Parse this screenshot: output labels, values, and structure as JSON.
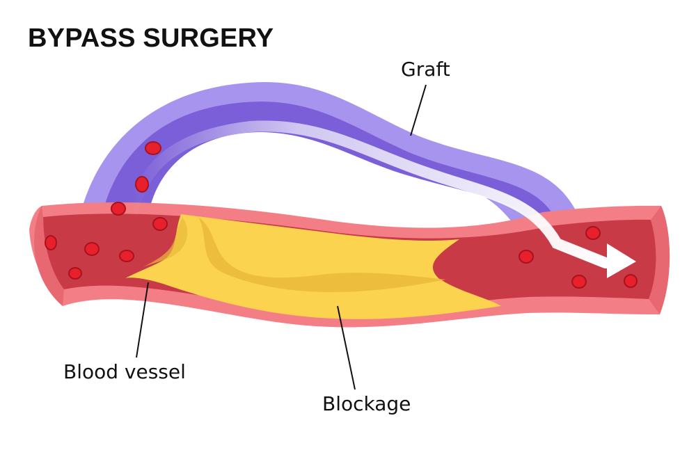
{
  "title": "BYPASS SURGERY",
  "labels": {
    "graft": "Graft",
    "blood_vessel": "Blood vessel",
    "blockage": "Blockage"
  },
  "colors": {
    "vessel_wall": "#f47e86",
    "vessel_wall_dark": "#e86872",
    "blood": "#c93a47",
    "blood_cell": "#e8202c",
    "plaque": "#fcd34f",
    "plaque_dark": "#e9b93a",
    "graft_outer": "#a794ee",
    "graft_inner": "#7b5fd8",
    "arrow": "#ffffff",
    "text": "#111111"
  }
}
